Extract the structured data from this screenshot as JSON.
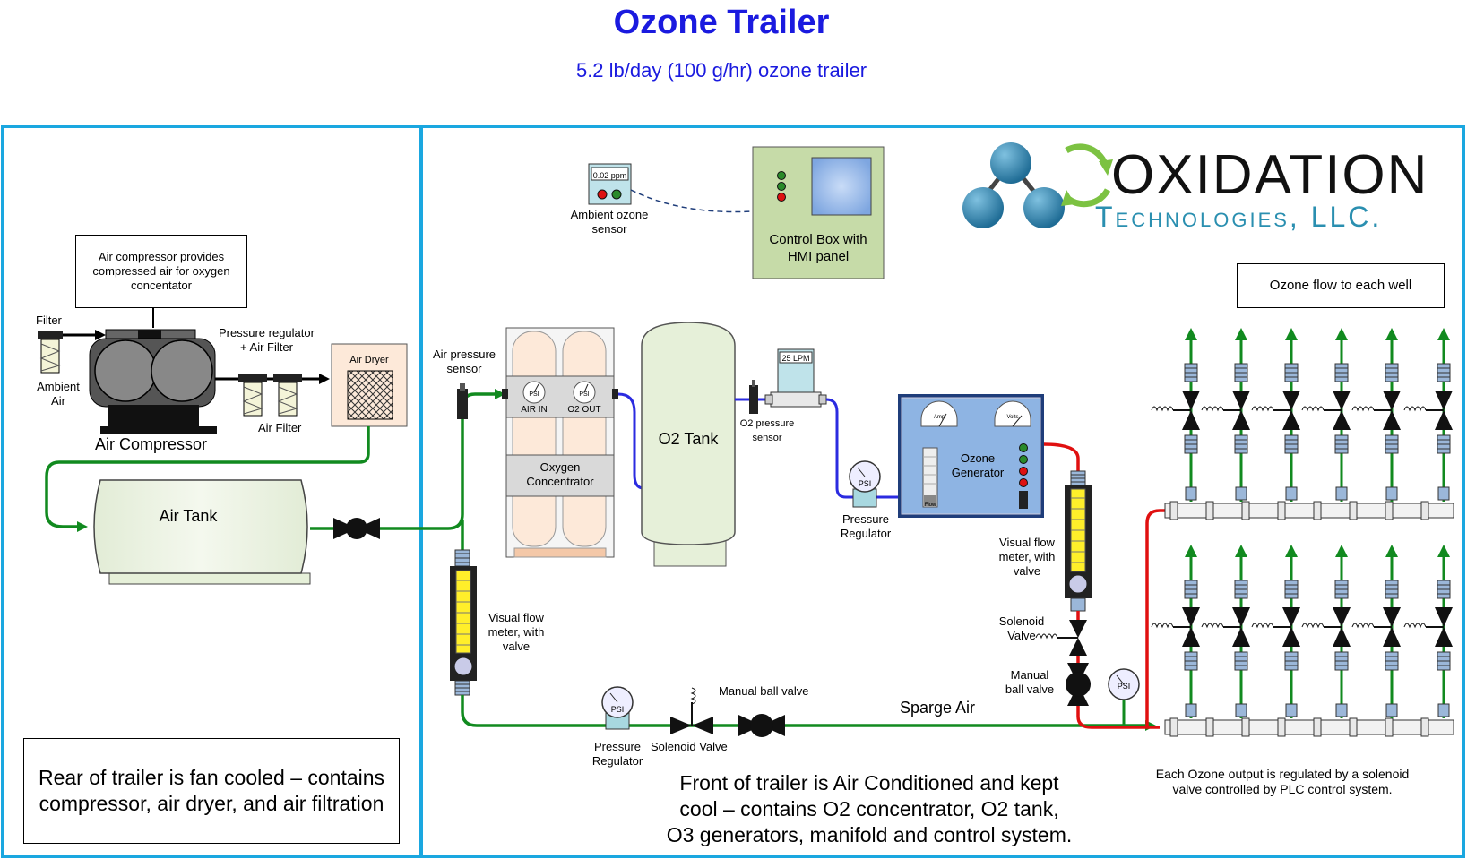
{
  "header": {
    "title": "Ozone Trailer",
    "subtitle": "5.2 lb/day (100 g/hr) ozone trailer"
  },
  "logo": {
    "name": "OXIDATION",
    "tagline": "Technologies, LLC."
  },
  "labels": {
    "filter": "Filter",
    "ambient_air_1": "Ambient",
    "ambient_air_2": "Air",
    "air_compressor": "Air Compressor",
    "compressor_note_1": "Air compressor provides",
    "compressor_note_2": "compressed air for oxygen",
    "compressor_note_3": "concentator",
    "pressure_reg_filter_1": "Pressure regulator",
    "pressure_reg_filter_2": "+ Air Filter",
    "air_filter": "Air Filter",
    "air_dryer": "Air Dryer",
    "air_tank": "Air Tank",
    "air_pressure_sensor_1": "Air pressure",
    "air_pressure_sensor_2": "sensor",
    "air_in": "AIR IN",
    "o2_out": "O2 OUT",
    "psi": "PSI",
    "oxygen_concentrator_1": "Oxygen",
    "oxygen_concentrator_2": "Concentrator",
    "o2_tank": "O2 Tank",
    "lpm": "25 LPM",
    "o2_pressure_sensor_1": "O2 pressure",
    "o2_pressure_sensor_2": "sensor",
    "ambient_ozone_1": "Ambient ozone",
    "ambient_ozone_2": "sensor",
    "ozone_reading": "0.02 ppm",
    "control_box_1": "Control Box with",
    "control_box_2": "HMI panel",
    "ozone_gen_1": "Ozone",
    "ozone_gen_2": "Generator",
    "amp": "Amp",
    "volts": "Volts",
    "flow": "Flow",
    "pressure_regulator_1": "Pressure",
    "pressure_regulator_2": "Regulator",
    "visual_flow_1": "Visual flow",
    "visual_flow_2": "meter, with",
    "visual_flow_3": "valve",
    "solenoid_valve": "Solenoid Valve",
    "solenoid_1": "Solenoid",
    "solenoid_2": "Valve",
    "manual_ball_valve": "Manual ball valve",
    "manual_1": "Manual",
    "manual_2": "ball valve",
    "sparge_air": "Sparge Air",
    "ozone_flow_each_well": "Ozone flow to each well",
    "each_ozone_1": "Each Ozone output is regulated by a solenoid",
    "each_ozone_2": "valve controlled by PLC control system.",
    "rear_note_1": "Rear of trailer is fan cooled – contains",
    "rear_note_2": "compressor, air dryer, and air filtration",
    "front_note_1": "Front of trailer is Air Conditioned and kept",
    "front_note_2": "cool – contains O2 concentrator, O2 tank,",
    "front_note_3": "O3 generators, manifold and control system."
  },
  "colors": {
    "trailer_border": "#1aa7e0",
    "air_line": "#118a1f",
    "oxygen_line": "#2b2be0",
    "ozone_line": "#e01010",
    "title": "#1a1adf"
  }
}
